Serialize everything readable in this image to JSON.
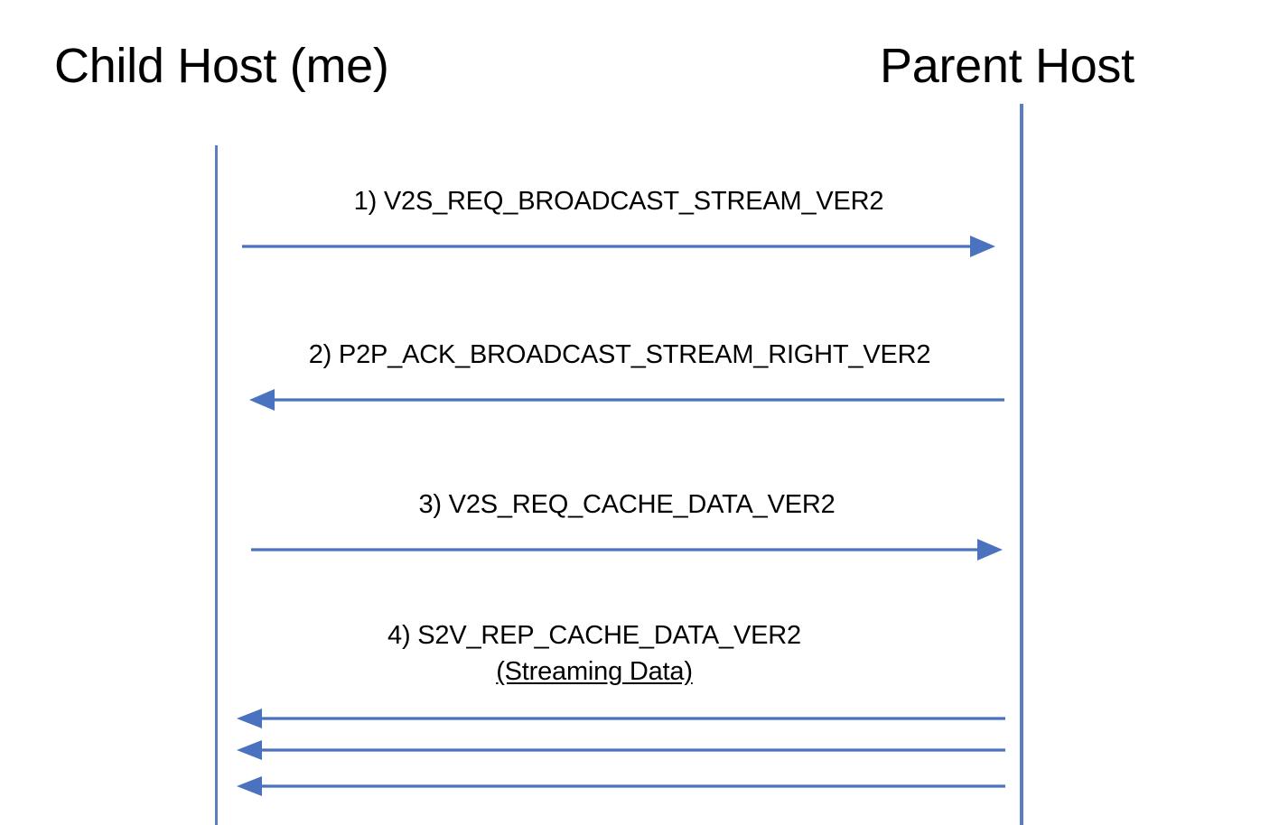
{
  "diagram": {
    "title_visible": false,
    "accent_color": "#4472C4",
    "lifeline_color": "#5B7DC1",
    "text_color": "#000000",
    "background": "#ffffff",
    "actors": [
      {
        "id": "child",
        "label": "Child Host (me)"
      },
      {
        "id": "parent",
        "label": "Parent Host"
      }
    ],
    "messages": [
      {
        "number": "1)",
        "label": "1) V2S_REQ_BROADCAST_STREAM_VER2",
        "from": "child",
        "to": "parent",
        "direction": "right"
      },
      {
        "number": "2)",
        "label": "2) P2P_ACK_BROADCAST_STREAM_RIGHT_VER2",
        "from": "parent",
        "to": "child",
        "direction": "left"
      },
      {
        "number": "3)",
        "label": "3) V2S_REQ_CACHE_DATA_VER2",
        "from": "child",
        "to": "parent",
        "direction": "right"
      },
      {
        "number": "4)",
        "label": "4) S2V_REP_CACHE_DATA_VER2",
        "sublabel": "(Streaming Data)",
        "from": "parent",
        "to": "child",
        "direction": "left",
        "repeat_count": 3
      }
    ]
  }
}
